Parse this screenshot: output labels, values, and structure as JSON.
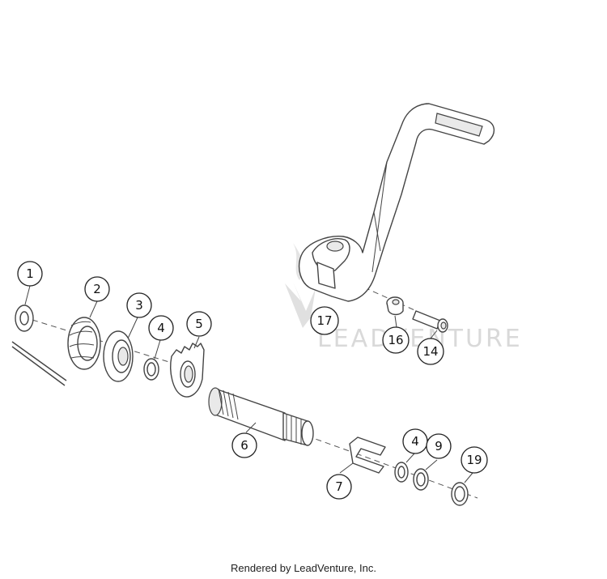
{
  "callouts": {
    "c1": "1",
    "c2": "2",
    "c3": "3",
    "c4a": "4",
    "c5": "5",
    "c6": "6",
    "c7": "7",
    "c4b": "4",
    "c9": "9",
    "c19": "19",
    "c17": "17",
    "c16": "16",
    "c14": "14"
  },
  "watermark": {
    "text": "LEADVENTURE"
  },
  "footer": {
    "text": "Rendered by LeadVenture, Inc."
  }
}
